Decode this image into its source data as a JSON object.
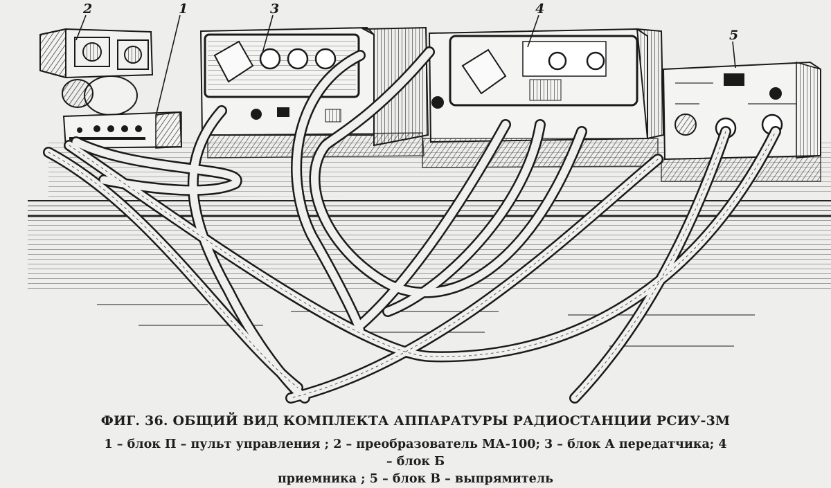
{
  "figure": {
    "callouts": [
      "1",
      "2",
      "3",
      "4",
      "5"
    ],
    "caption_title": "ФИГ. 36. ОБЩИЙ ВИД КОМПЛЕКТА АППАРАТУРЫ РАДИОСТАНЦИИ РСИУ-3М",
    "legend_line1": "1 – блок П – пульт управления ; 2 – преобразователь МА-100; 3 – блок А передатчика; 4 – блок Б",
    "legend_line2": "приемника ; 5 – блок В – выпрямитель"
  }
}
